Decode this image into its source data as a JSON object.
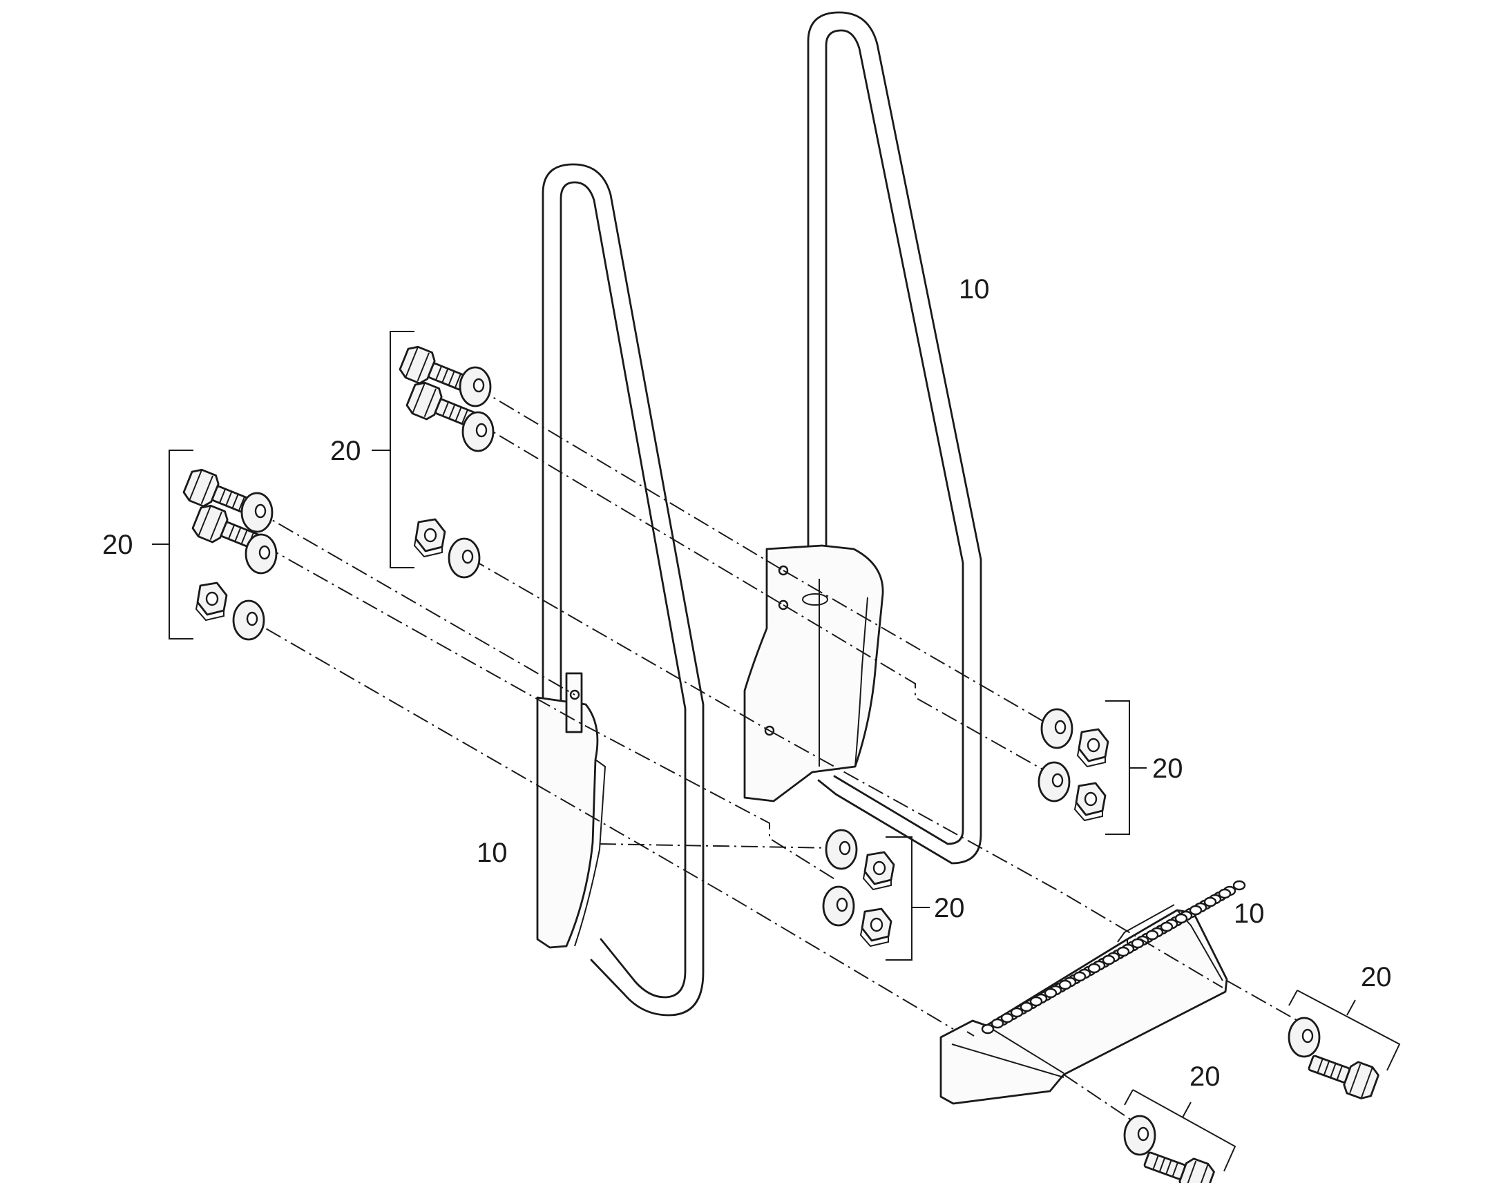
{
  "callouts": {
    "handrail_right": "10",
    "handrail_left": "10",
    "step": "10",
    "fasteners_upper_left": "20",
    "fasteners_left": "20",
    "fasteners_right_nuts": "20",
    "fasteners_center_nuts": "20",
    "fasteners_step_right": "20",
    "fasteners_step_bottom": "20"
  },
  "icons": {
    "bolt": "hex-bolt-icon",
    "washer": "flat-washer-icon",
    "nut": "hex-nut-icon"
  }
}
